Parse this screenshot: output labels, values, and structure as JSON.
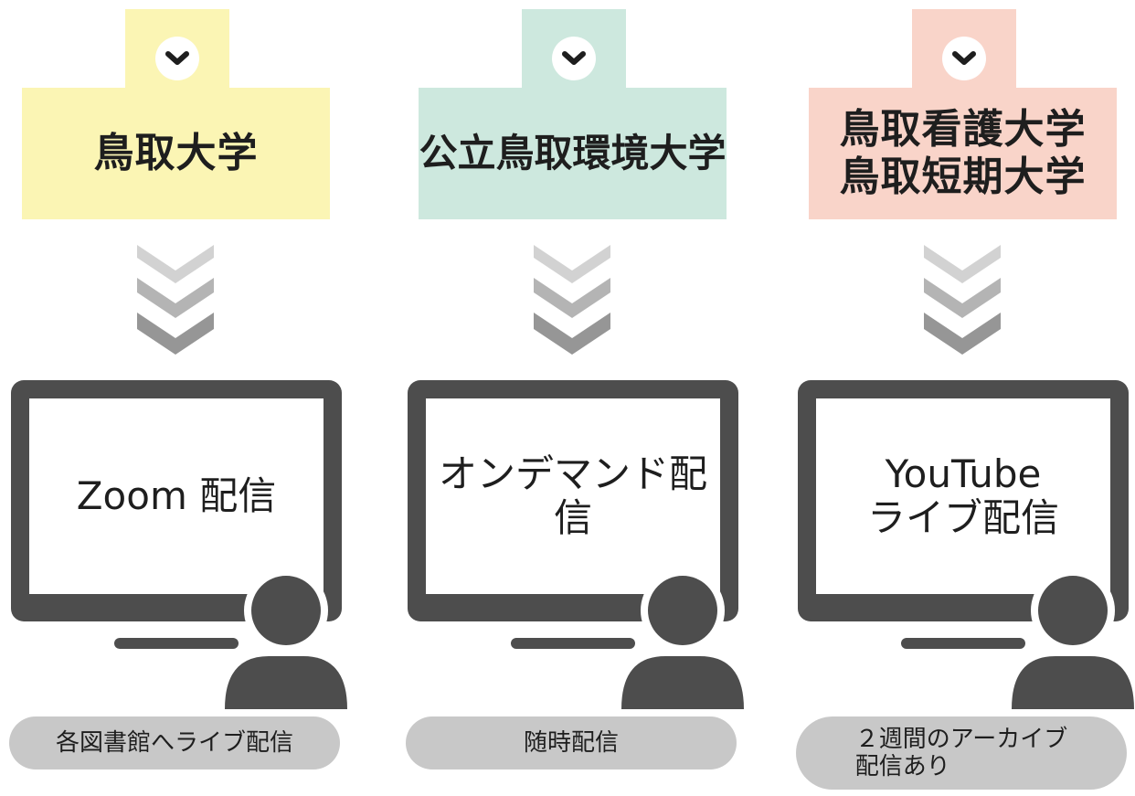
{
  "colors": {
    "yellow": "#fbf5b4",
    "mint": "#cde8de",
    "pink": "#f9d4c9",
    "monitor": "#4d4d4d",
    "pill": "#c8c8c8"
  },
  "columns": [
    {
      "banner": "鳥取大学",
      "screen": "Zoom 配信",
      "note": "各図書館へライブ配信"
    },
    {
      "banner": "公立鳥取環境大学",
      "screen": "オンデマンド配信",
      "note": "随時配信"
    },
    {
      "banner": "鳥取看護大学\n鳥取短期大学",
      "screen": "YouTube\nライブ配信",
      "note": "２週間のアーカイブ\n配信あり"
    }
  ],
  "icons": {
    "check": "chevron-check-icon",
    "arrow": "triple-chevron-down-icon",
    "person": "person-icon",
    "monitor": "monitor-icon"
  }
}
